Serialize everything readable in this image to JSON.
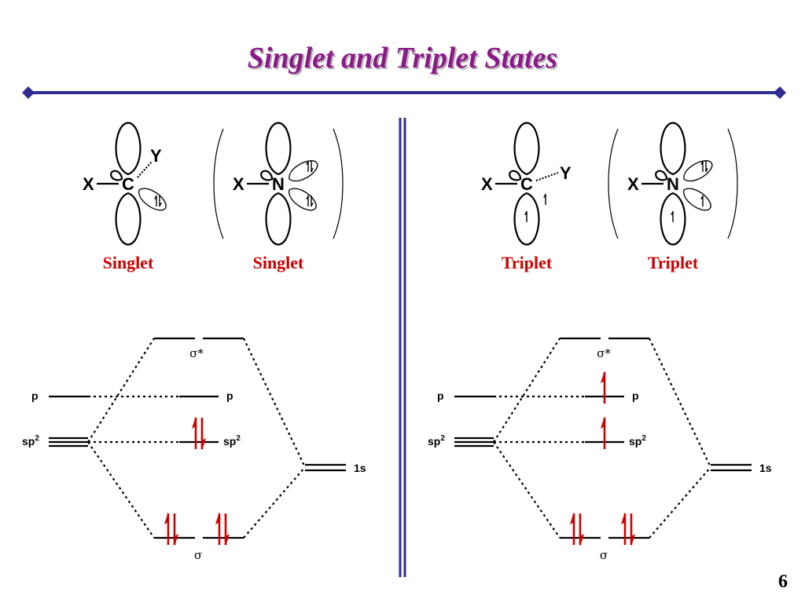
{
  "slide": {
    "title": "Singlet and Triplet States",
    "page_number": "6"
  },
  "colors": {
    "title": "#8b1a89",
    "rule": "#2e2d8f",
    "state_label": "#cc0000",
    "electron_arrow": "#cc0000"
  },
  "structures": [
    {
      "atoms": [
        "X",
        "C",
        "Y"
      ],
      "label": "Singlet"
    },
    {
      "atoms": [
        "X",
        "N"
      ],
      "label": "Singlet"
    },
    {
      "atoms": [
        "X",
        "C",
        "Y"
      ],
      "label": "Triplet"
    },
    {
      "atoms": [
        "X",
        "N"
      ],
      "label": "Triplet"
    }
  ],
  "mo_diagrams": [
    {
      "state": "singlet",
      "levels": {
        "sigma_star": "σ*",
        "p_left": "p",
        "p_right": "p",
        "sp2_left": "sp",
        "sp2_right": "sp",
        "sup": "2",
        "one_s": "1s",
        "sigma": "σ"
      },
      "occupancy": {
        "p": "empty",
        "sp2": "paired",
        "sigma": "paired"
      }
    },
    {
      "state": "triplet",
      "levels": {
        "sigma_star": "σ*",
        "p_left": "p",
        "p_right": "p",
        "sp2_left": "sp",
        "sp2_right": "sp",
        "sup": "2",
        "one_s": "1s",
        "sigma": "σ"
      },
      "occupancy": {
        "p": "single-up",
        "sp2": "single-up",
        "sigma": "paired"
      }
    }
  ]
}
